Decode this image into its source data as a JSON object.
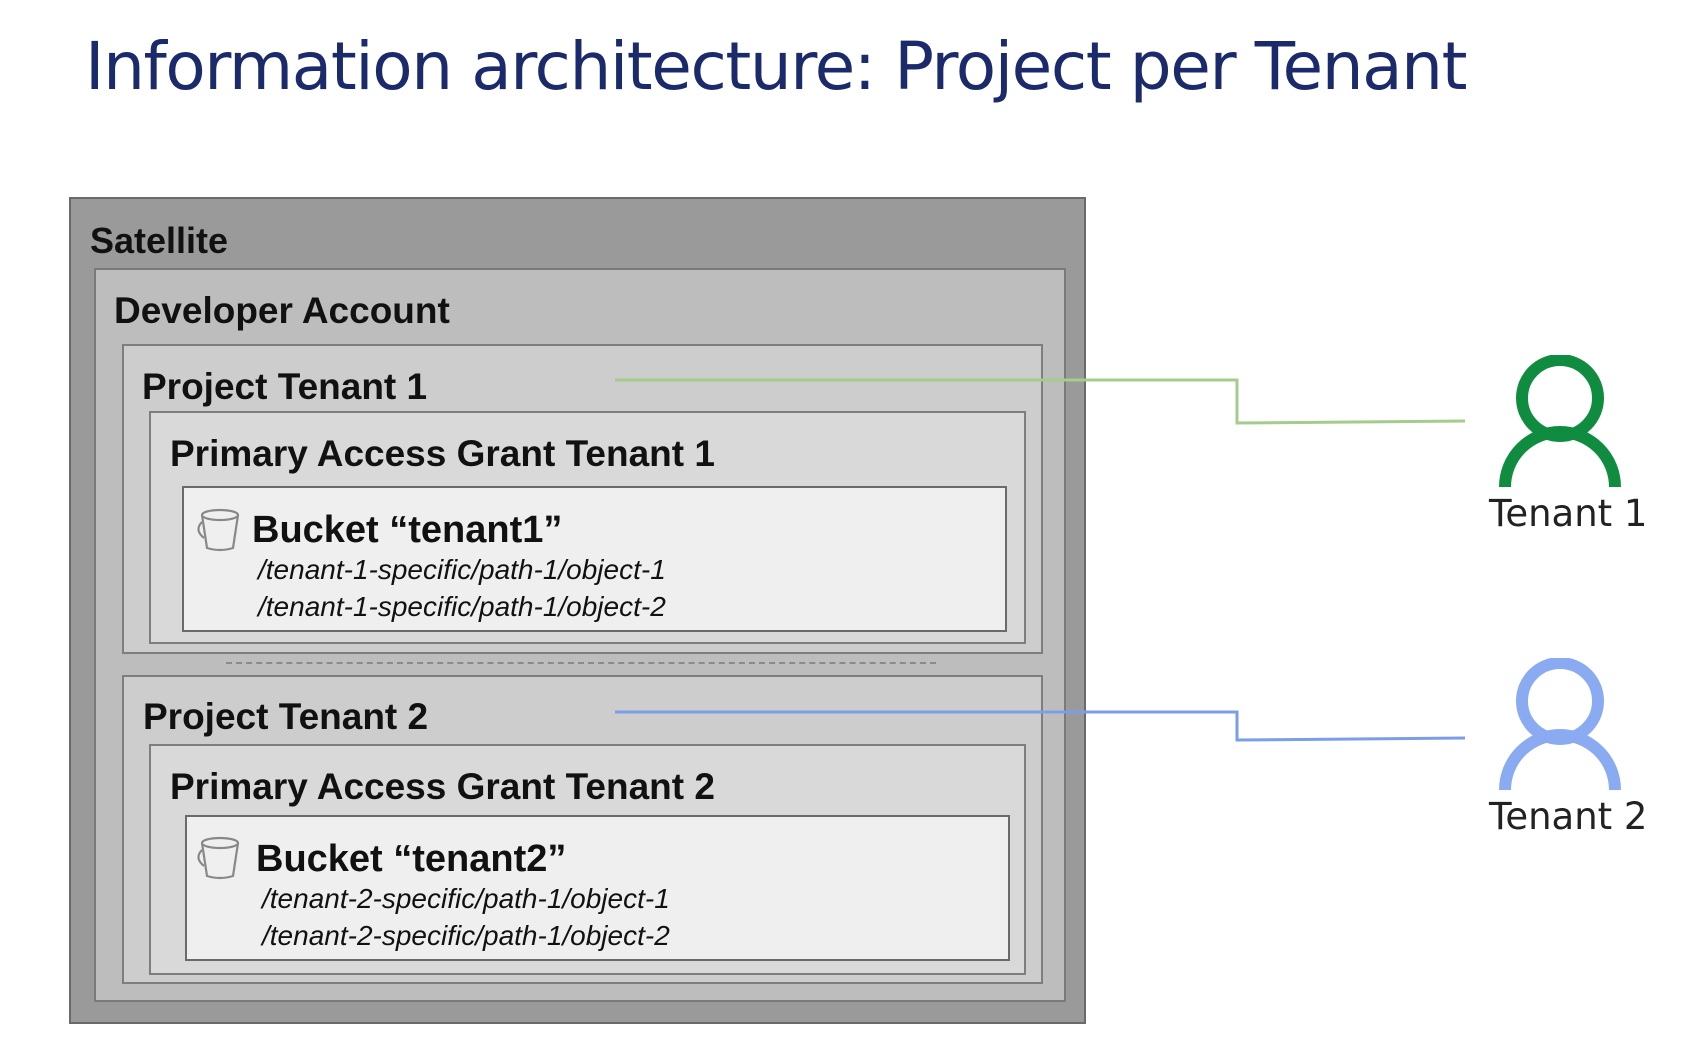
{
  "title": "Information architecture: Project per Tenant",
  "satellite": {
    "label": "Satellite"
  },
  "developer_account": {
    "label": "Developer Account"
  },
  "projects": [
    {
      "label": "Project Tenant 1",
      "grant": "Primary Access Grant Tenant 1",
      "bucket": {
        "label": "Bucket “tenant1”",
        "icon": "bucket-icon",
        "paths": [
          "/tenant-1-specific/path-1/object-1",
          "/tenant-1-specific/path-1/object-2"
        ]
      }
    },
    {
      "label": "Project Tenant 2",
      "grant": "Primary Access Grant Tenant 2",
      "bucket": {
        "label": "Bucket “tenant2”",
        "icon": "bucket-icon",
        "paths": [
          "/tenant-2-specific/path-1/object-1",
          "/tenant-2-specific/path-1/object-2"
        ]
      }
    }
  ],
  "tenants": [
    {
      "label": "Tenant 1",
      "icon": "user-icon",
      "color": "#0f8c3f",
      "connector_color": "#a4cc8c"
    },
    {
      "label": "Tenant 2",
      "icon": "user-icon",
      "color": "#8aabf2",
      "connector_color": "#7b9ee8"
    }
  ],
  "colors": {
    "title": "#1b2a6b",
    "satellite": "#9a9a9a",
    "developer_account": "#bdbdbd",
    "project": "#cdcdcd",
    "grant": "#d9d9d9",
    "bucket": "#efefef"
  }
}
